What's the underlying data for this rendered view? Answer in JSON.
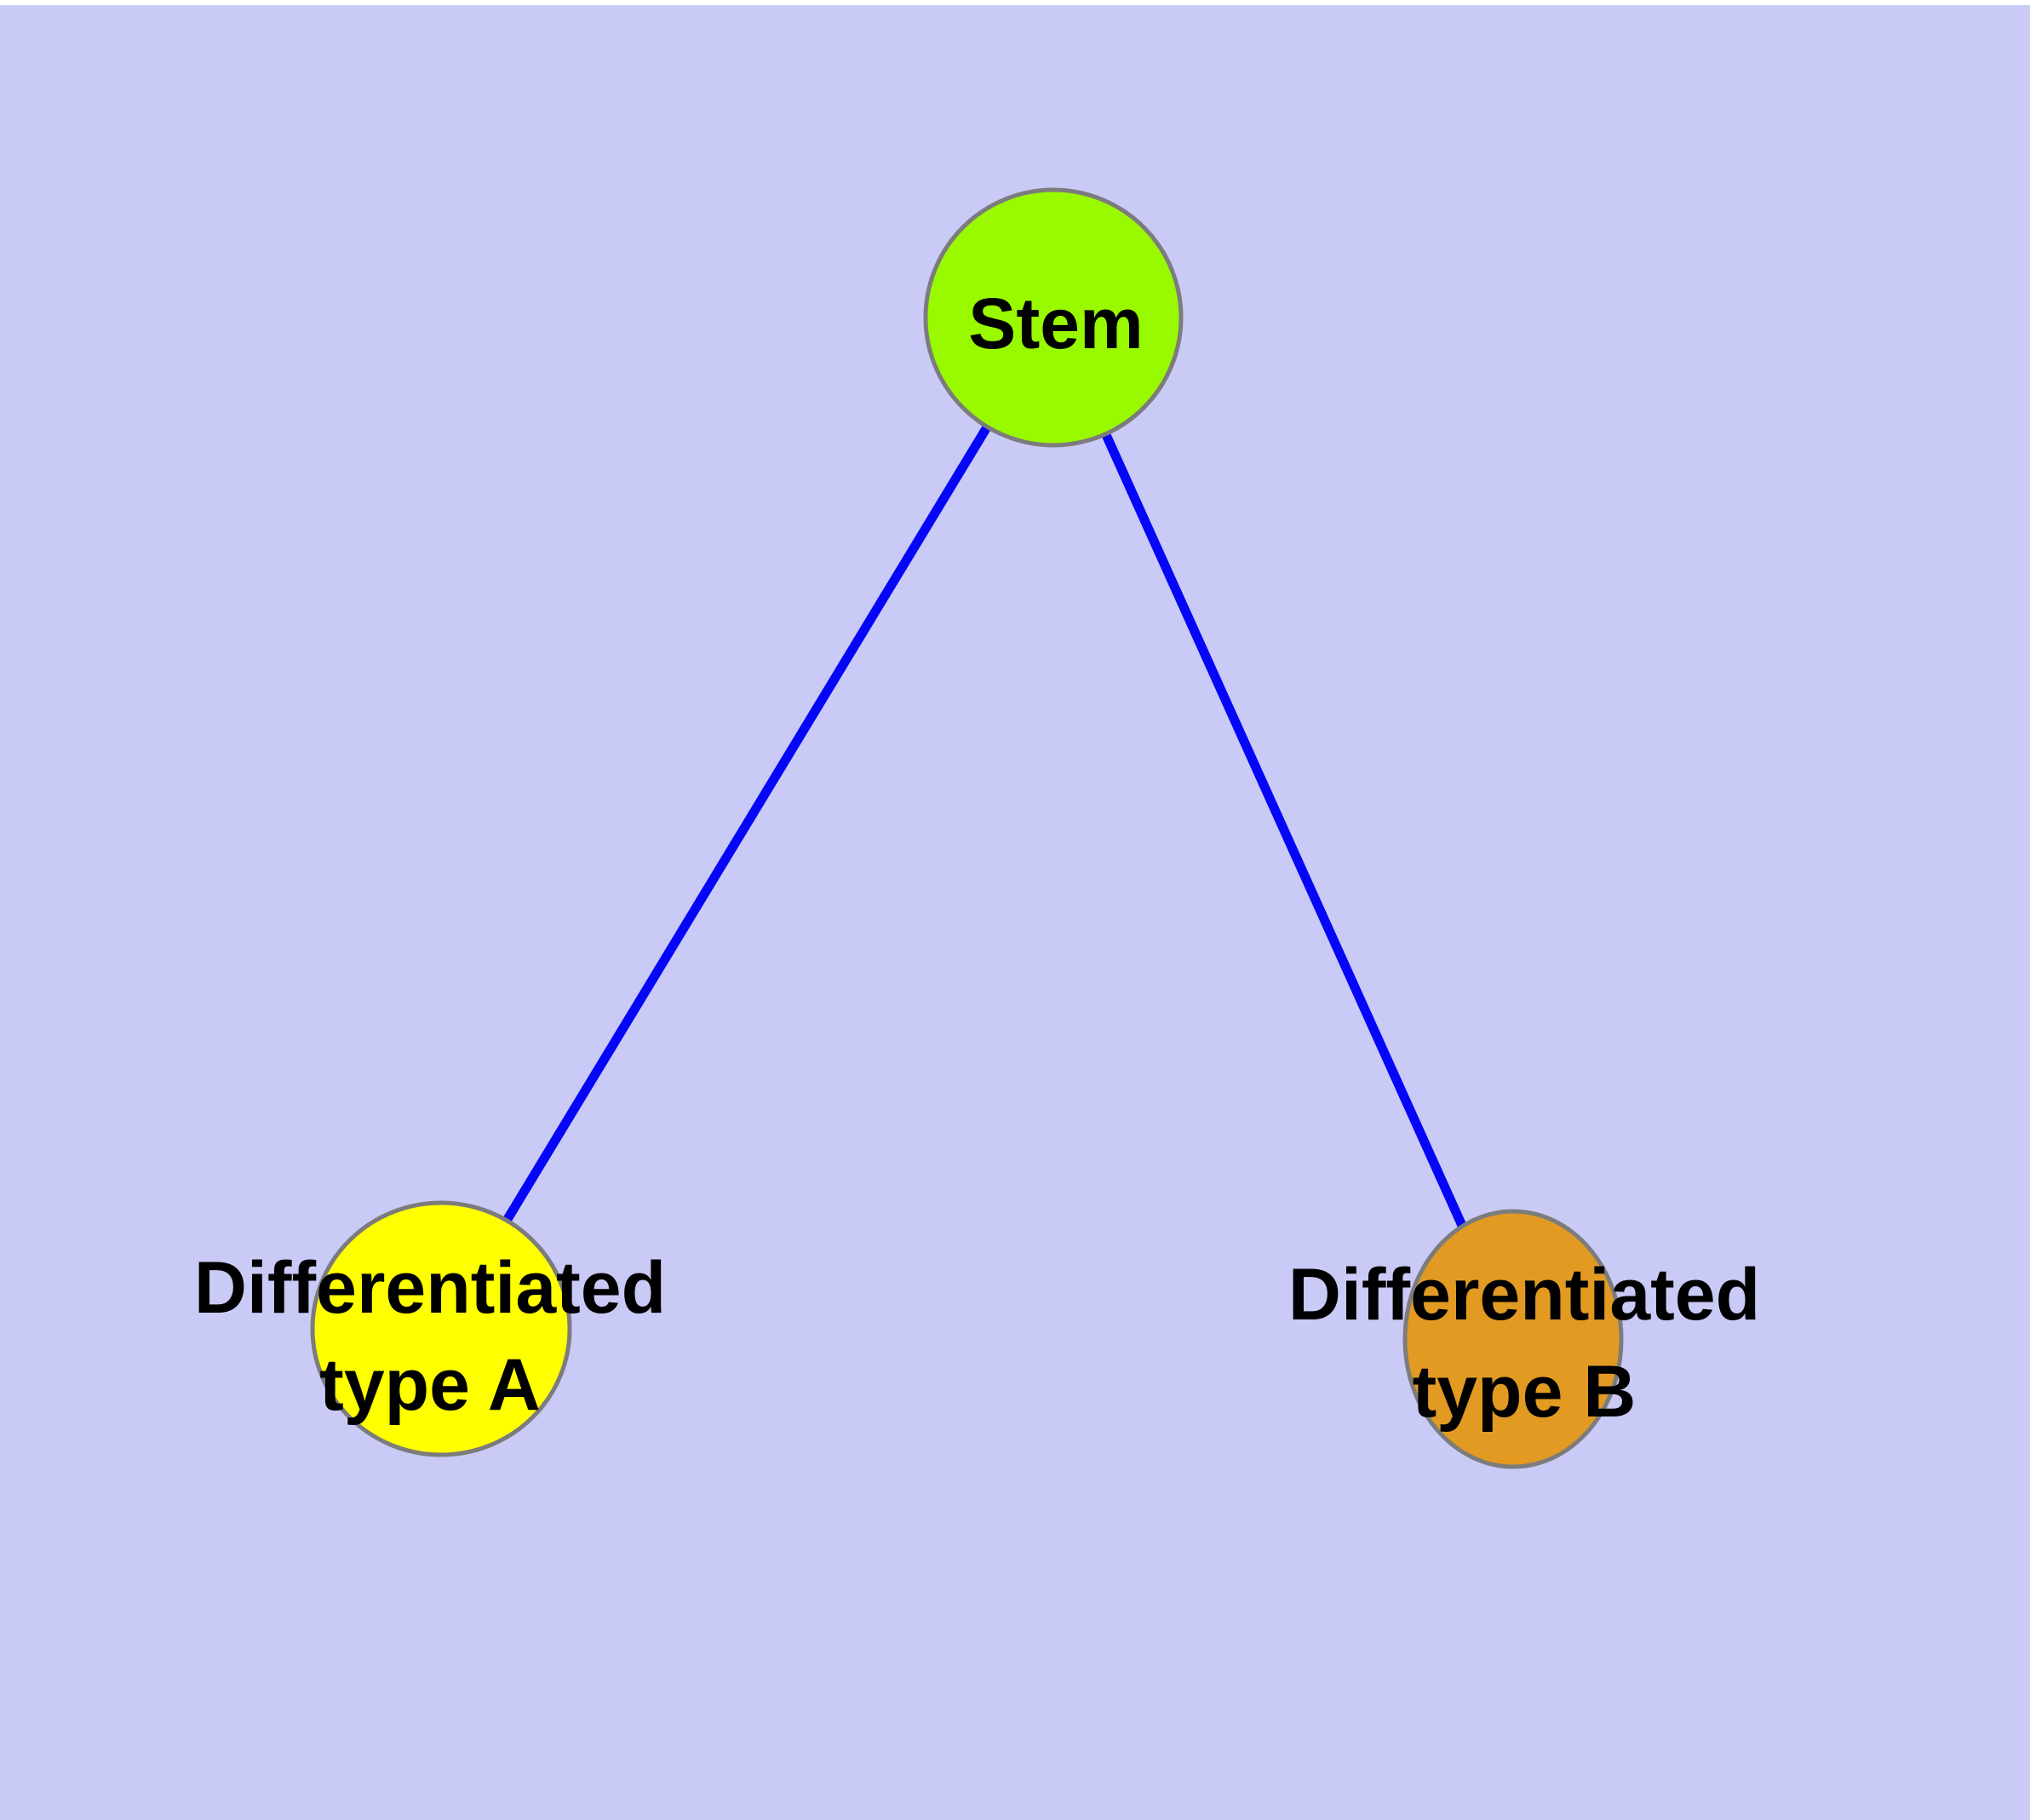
{
  "diagram": {
    "type": "node-link-graph",
    "background_color": "#CACAF7",
    "top_margin_color": "#FFFFFF",
    "edge_color": "#0505F8",
    "node_border_color": "#7C7C7C",
    "label_color": "#000000",
    "nodes": [
      {
        "id": "stem",
        "label": "Stem",
        "fill": "#99FA00"
      },
      {
        "id": "type-a",
        "label": "Differentiated type A",
        "line1": "Differentiated",
        "line2": "type A",
        "fill": "#FFFF00"
      },
      {
        "id": "type-b",
        "label": "Differentiated type B",
        "line1": "Differentiated",
        "line2": "type B",
        "fill": "#E29A23"
      }
    ],
    "edges": [
      {
        "from": "Stem",
        "to": "Differentiated type A"
      },
      {
        "from": "Stem",
        "to": "Differentiated type B"
      }
    ]
  }
}
